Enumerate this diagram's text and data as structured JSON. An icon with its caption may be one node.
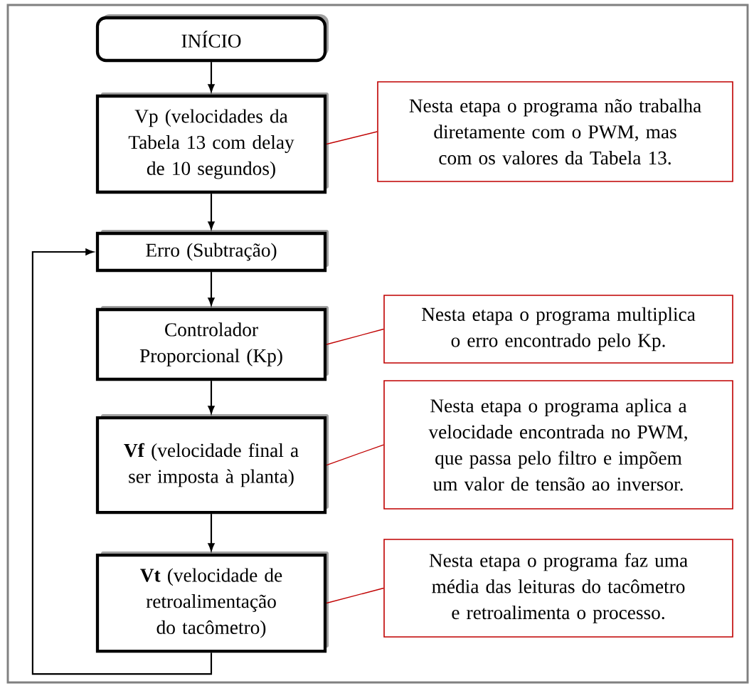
{
  "diagram": {
    "nodes": [
      {
        "text": [
          "INÍCIO"
        ]
      },
      {
        "text": [
          "Vp (velocidades da Tabela 13 com delay de 10 segundos)"
        ]
      },
      {
        "text": [
          "Erro (Subtração)"
        ]
      },
      {
        "text": [
          "Controlador Proporcional (Kp)"
        ]
      },
      {
        "text": [
          "**Vf** (velocidade final a ser imposta à planta)"
        ]
      },
      {
        "text": [
          "**Vt** (velocidade de retroalimentação do tacômetro)"
        ]
      },
      {
        "text": [
          "Nesta etapa o programa não trabalha diretamente com o PWM, mas com os valores da Tabela 13."
        ]
      },
      {
        "text": [
          "Nesta etapa o programa multiplica o erro encontrado pelo Kp."
        ]
      },
      {
        "text": [
          "Nesta etapa o programa aplica a velocidade encontrada no PWM, que passa pelo filtro e impõem um valor de tensão ao inversor."
        ]
      },
      {
        "text": [
          "Nesta etapa o programa faz uma média das leituras do tacômetro e retroalimenta o processo."
        ]
      }
    ],
    "edges": [
      {
        "from": 0,
        "to": 1,
        "arrow": "to"
      },
      {
        "from": 1,
        "to": 2,
        "arrow": "to"
      },
      {
        "from": 2,
        "to": 3,
        "arrow": "to"
      },
      {
        "from": 3,
        "to": 4,
        "arrow": "to"
      },
      {
        "from": 4,
        "to": 5,
        "arrow": "to"
      },
      {
        "from": 5,
        "to": 2,
        "arrow": "to"
      },
      {
        "from": 1,
        "to": 6,
        "arrow": "none",
        "color": "#c00000"
      },
      {
        "from": 3,
        "to": 7,
        "arrow": "none",
        "color": "#c00000"
      },
      {
        "from": 4,
        "to": 8,
        "arrow": "none",
        "color": "#c00000"
      },
      {
        "from": 5,
        "to": 9,
        "arrow": "none",
        "color": "#c00000"
      }
    ]
  }
}
